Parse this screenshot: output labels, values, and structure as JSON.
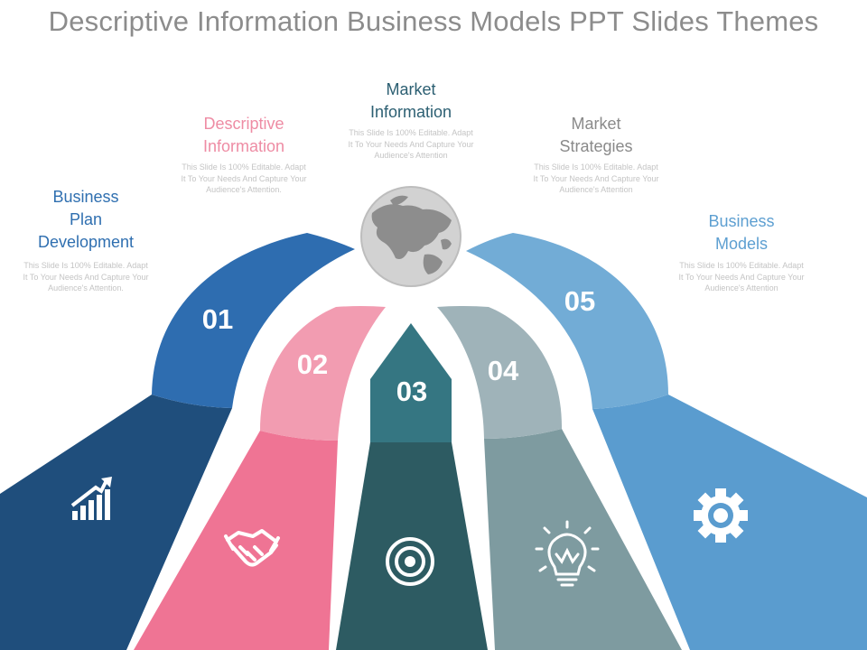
{
  "title": "Descriptive Information Business Models PPT Slides Themes",
  "items": [
    {
      "number": "01",
      "heading": "Business\nPlan\nDevelopment",
      "description": "This Slide Is 100% Editable. Adapt It To Your Needs And Capture Your Audience's Attention.",
      "icon": "growth-chart-icon",
      "colors": {
        "label": "#2f6fb0",
        "arc": "#2e6db0",
        "band": "#1f4e7c"
      }
    },
    {
      "number": "02",
      "heading": "Descriptive\nInformation",
      "description": "This Slide Is 100% Editable. Adapt It To Your Needs And Capture Your Audience's Attention.",
      "icon": "handshake-icon",
      "colors": {
        "label": "#ee8ca4",
        "arc": "#f29cb1",
        "band": "#ef7494"
      }
    },
    {
      "number": "03",
      "heading": "Market\nInformation",
      "description": "This Slide Is 100% Editable. Adapt It To Your Needs And Capture Your Audience's Attention",
      "icon": "target-icon",
      "colors": {
        "label": "#2c5f72",
        "arc": "#357682",
        "band": "#2d5b62"
      }
    },
    {
      "number": "04",
      "heading": "Market\nStrategies",
      "description": "This Slide Is 100% Editable. Adapt It To Your Needs And Capture Your Audience's Attention",
      "icon": "lightbulb-icon",
      "colors": {
        "label": "#8a8a8a",
        "arc": "#9fb3b9",
        "band": "#7e9ba0"
      }
    },
    {
      "number": "05",
      "heading": "Business\nModels",
      "description": "This Slide Is 100% Editable. Adapt It To Your Needs And Capture Your Audience's Attention",
      "icon": "gear-icon",
      "colors": {
        "label": "#5d9fd1",
        "arc": "#72acd6",
        "band": "#5a9ccf"
      }
    }
  ],
  "center_icon": "globe-icon"
}
